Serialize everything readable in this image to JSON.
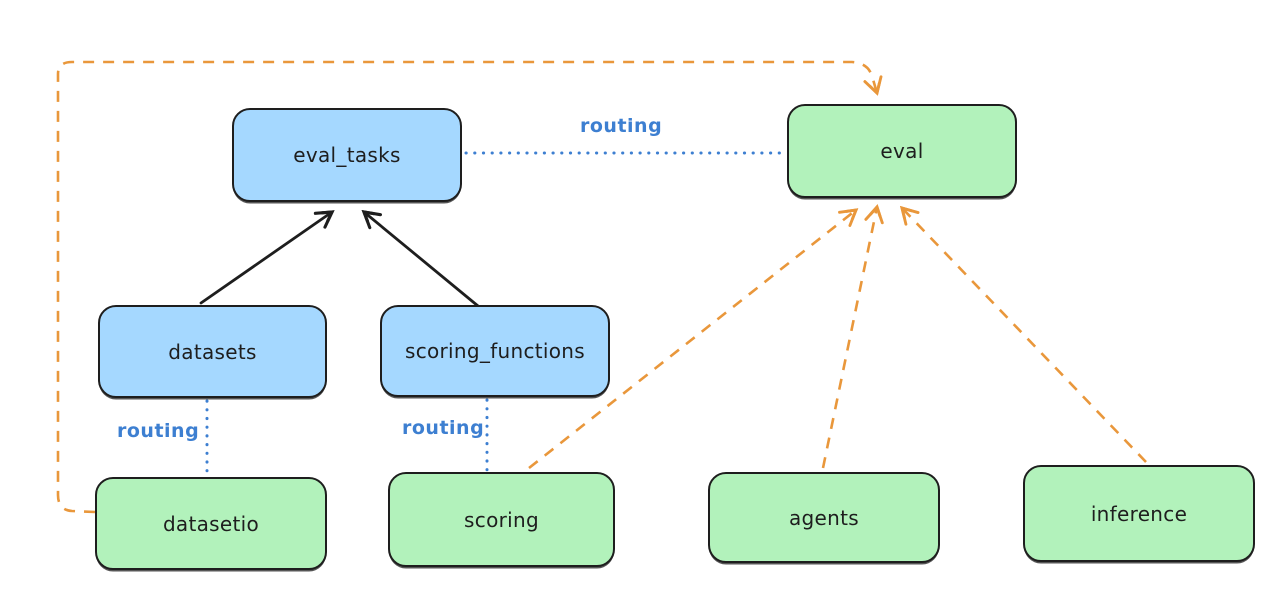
{
  "colors": {
    "blue_fill": "#a5d8ff",
    "green_fill": "#b2f2bb",
    "stroke": "#1e1e1e",
    "routing_blue": "#3d7fd1",
    "orange": "#e9973b",
    "background": "#ffffff"
  },
  "nodes": {
    "eval_tasks": {
      "label": "eval_tasks",
      "fill": "blue"
    },
    "eval": {
      "label": "eval",
      "fill": "green"
    },
    "datasets": {
      "label": "datasets",
      "fill": "blue"
    },
    "scoring_functions": {
      "label": "scoring_functions",
      "fill": "blue"
    },
    "datasetio": {
      "label": "datasetio",
      "fill": "green"
    },
    "scoring": {
      "label": "scoring",
      "fill": "green"
    },
    "agents": {
      "label": "agents",
      "fill": "green"
    },
    "inference": {
      "label": "inference",
      "fill": "green"
    }
  },
  "edges": {
    "eval_tasks_to_eval": {
      "from": "eval_tasks",
      "to": "eval",
      "style": "dotted-blue",
      "label": "routing"
    },
    "datasets_to_datasetio": {
      "from": "datasets",
      "to": "datasetio",
      "style": "dotted-blue",
      "label": "routing"
    },
    "scoring_functions_to_scoring": {
      "from": "scoring_functions",
      "to": "scoring",
      "style": "dotted-blue",
      "label": "routing"
    },
    "datasets_to_eval_tasks": {
      "from": "datasets",
      "to": "eval_tasks",
      "style": "solid-black-arrow"
    },
    "scoring_functions_to_eval_tasks": {
      "from": "scoring_functions",
      "to": "eval_tasks",
      "style": "solid-black-arrow"
    },
    "datasetio_to_eval": {
      "from": "datasetio",
      "to": "eval",
      "style": "dashed-orange-arrow"
    },
    "scoring_to_eval": {
      "from": "scoring",
      "to": "eval",
      "style": "dashed-orange-arrow"
    },
    "agents_to_eval": {
      "from": "agents",
      "to": "eval",
      "style": "dashed-orange-arrow"
    },
    "inference_to_eval": {
      "from": "inference",
      "to": "eval",
      "style": "dashed-orange-arrow"
    }
  }
}
